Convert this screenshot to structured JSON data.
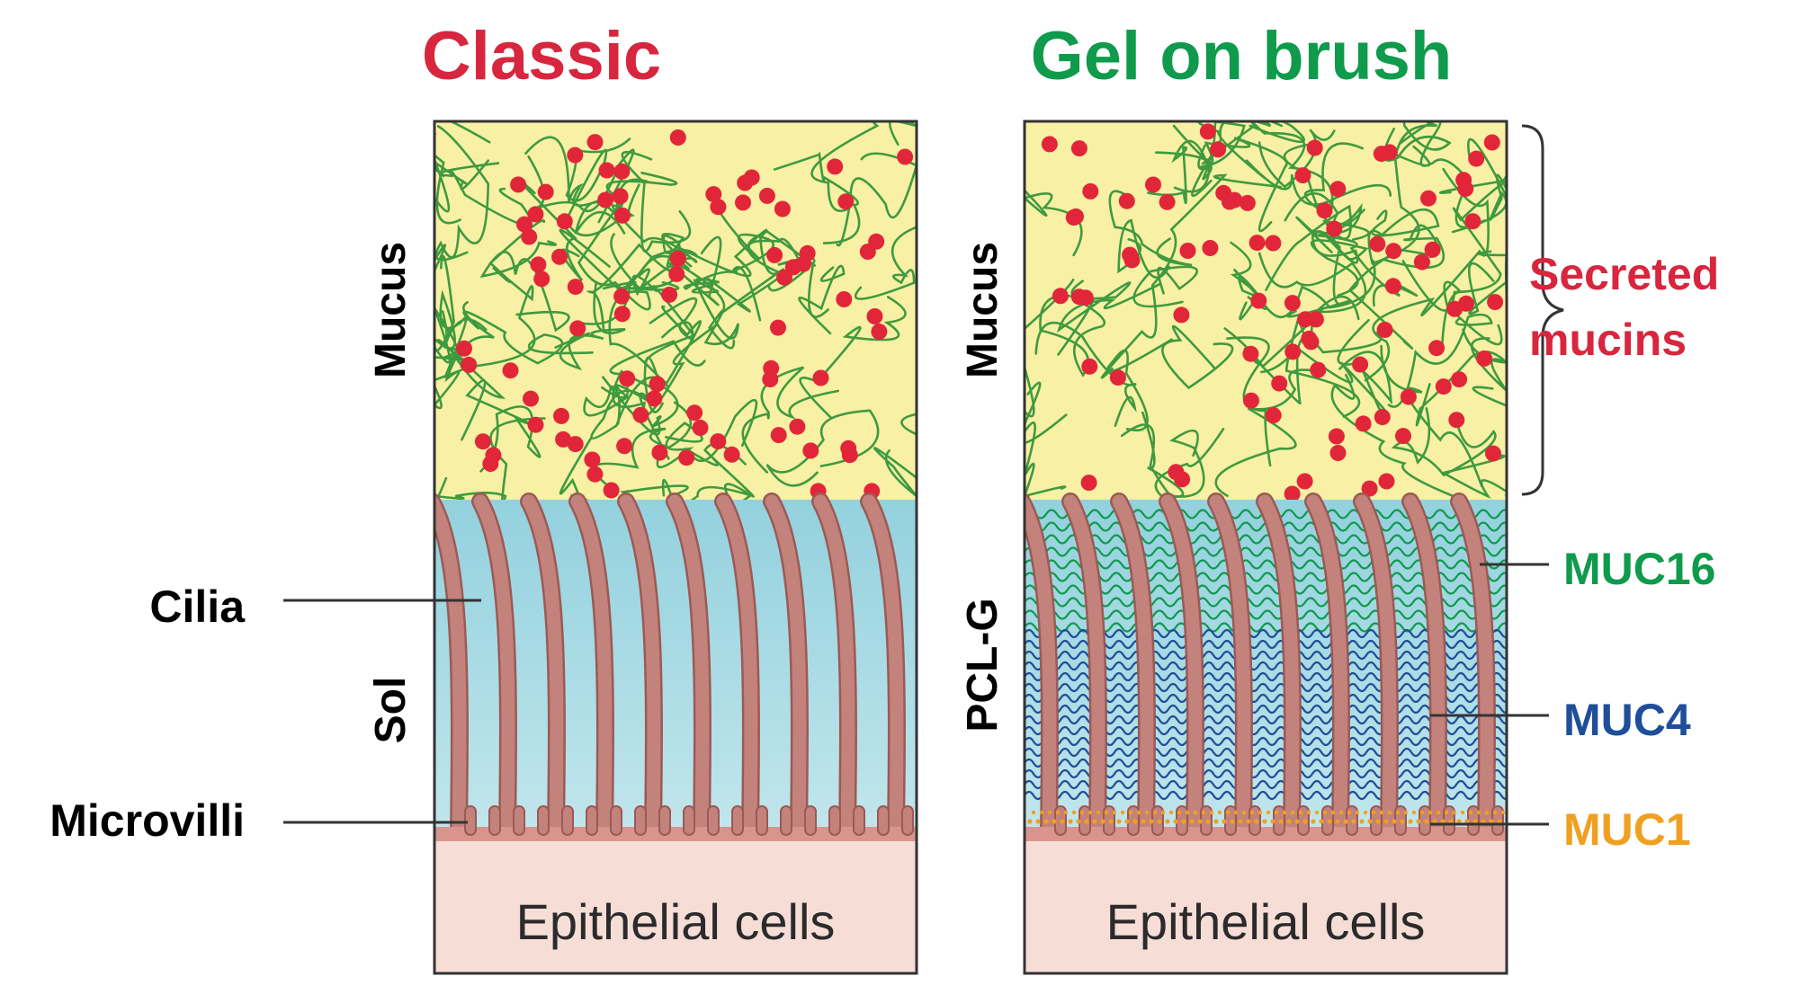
{
  "panels": {
    "classic": {
      "title": "Classic",
      "mucus_label": "Mucus",
      "lower_label": "Sol",
      "epithelium_label": "Epithelial cells"
    },
    "gel_on_brush": {
      "title": "Gel on brush",
      "mucus_label": "Mucus",
      "lower_label": "PCL-G",
      "epithelium_label": "Epithelial cells"
    }
  },
  "callouts": {
    "cilia": "Cilia",
    "microvilli": "Microvilli",
    "secreted_line1": "Secreted",
    "secreted_line2": "mucins",
    "muc16": "MUC16",
    "muc4": "MUC4",
    "muc1": "MUC1"
  },
  "colors": {
    "classic_title": "#d7263d",
    "gel_title": "#0f9a4c",
    "secreted": "#d7263d",
    "muc16": "#0f9a4c",
    "muc4": "#1f4e9a",
    "muc1": "#f0a020",
    "mucus_bg": "#f8f0a4",
    "sol_bg": "#a9dce6",
    "epithelium_bg": "#f6ddd6",
    "cilia": "#c4827c",
    "mucin_strand": "#3f9a3f",
    "mucin_dot": "#e2263a"
  }
}
